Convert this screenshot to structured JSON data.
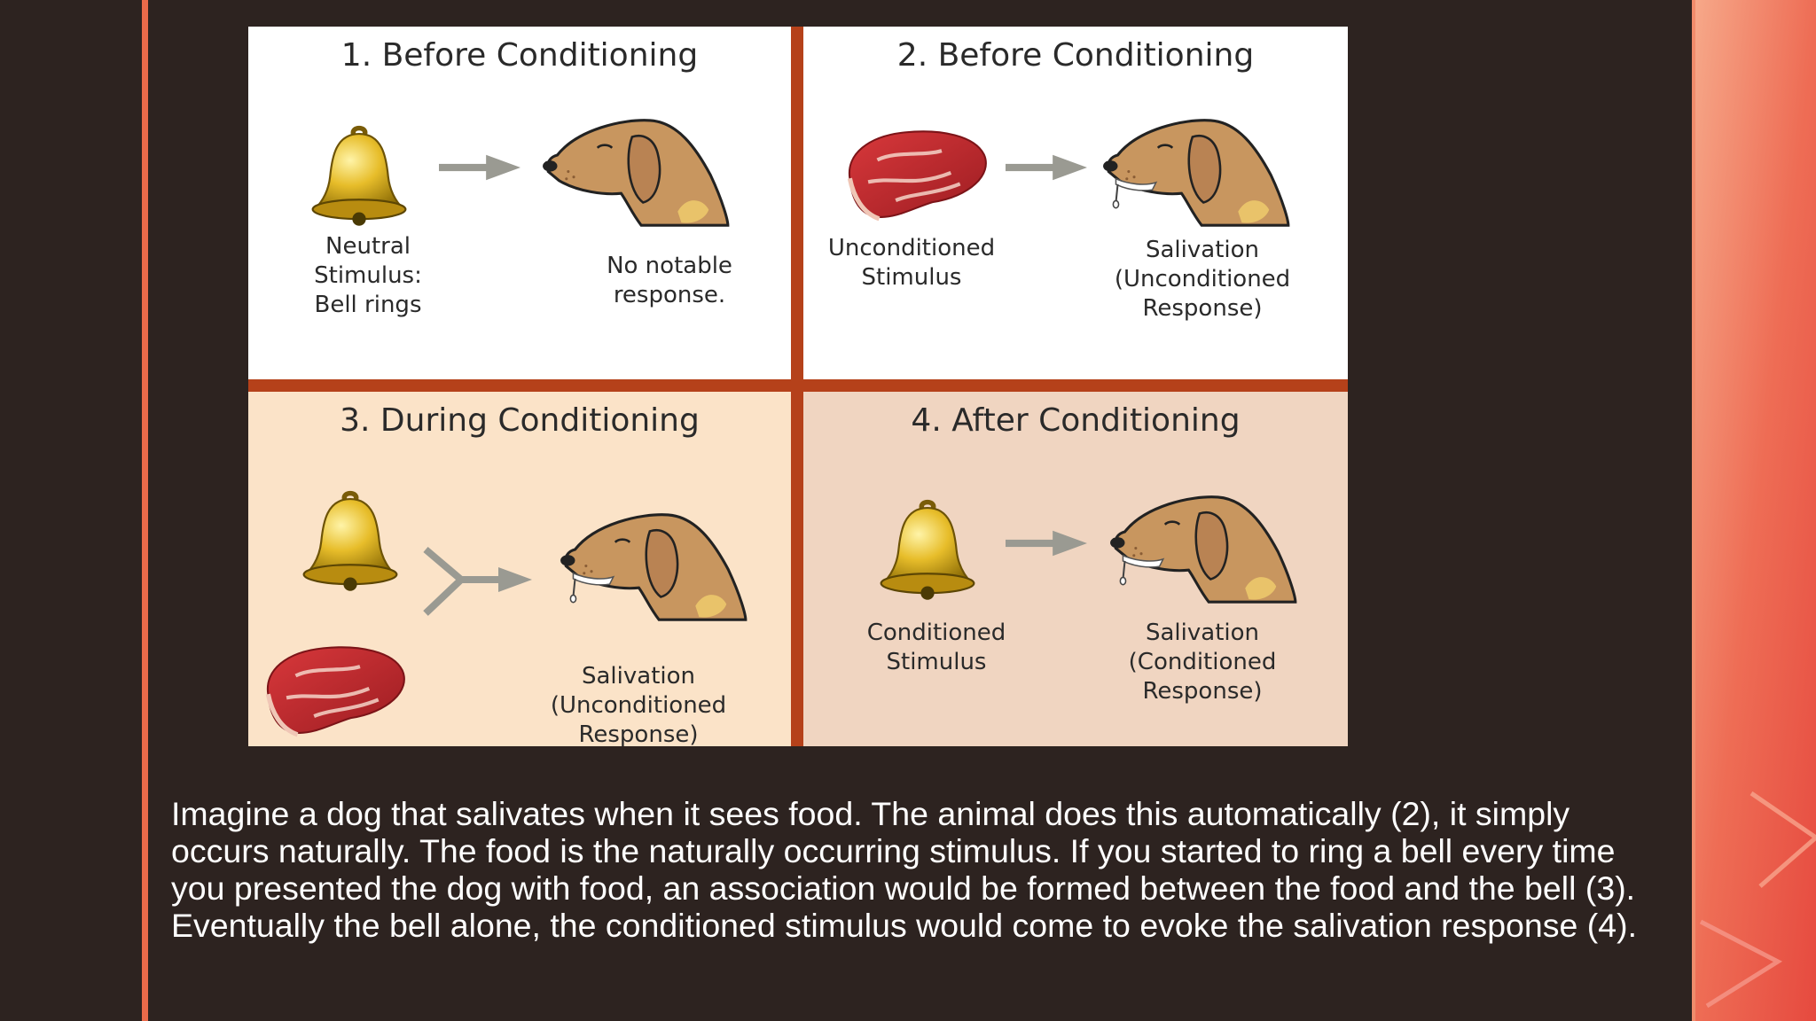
{
  "colors": {
    "background": "#2d2320",
    "accent": "#ea6a4a",
    "divider": "#b5411a",
    "caption_text": "#ffffff"
  },
  "diagram": {
    "panels": [
      {
        "title": "1. Before Conditioning",
        "stimulus_label": [
          "Neutral",
          "Stimulus:",
          "Bell rings"
        ],
        "response_label": [
          "No notable",
          "response."
        ]
      },
      {
        "title": "2. Before Conditioning",
        "stimulus_label": [
          "Unconditioned",
          "Stimulus"
        ],
        "response_label": [
          "Salivation",
          "(Unconditioned",
          "Response)"
        ]
      },
      {
        "title": "3. During Conditioning",
        "response_label": [
          "Salivation",
          "(Unconditioned",
          "Response)"
        ]
      },
      {
        "title": "4. After Conditioning",
        "stimulus_label": [
          "Conditioned",
          "Stimulus"
        ],
        "response_label": [
          "Salivation",
          "(Conditioned",
          "Response)"
        ]
      }
    ]
  },
  "caption": {
    "lines": [
      "Imagine a dog that salivates when it sees food. The animal does this automatically (2), it simply",
      "occurs naturally. The food is the naturally occurring stimulus. If you started to ring a bell every time",
      "you presented the dog with food, an association would be formed between the food and the bell (3).",
      "Eventually the bell alone, the conditioned stimulus would come to evoke the salivation response (4)."
    ]
  }
}
